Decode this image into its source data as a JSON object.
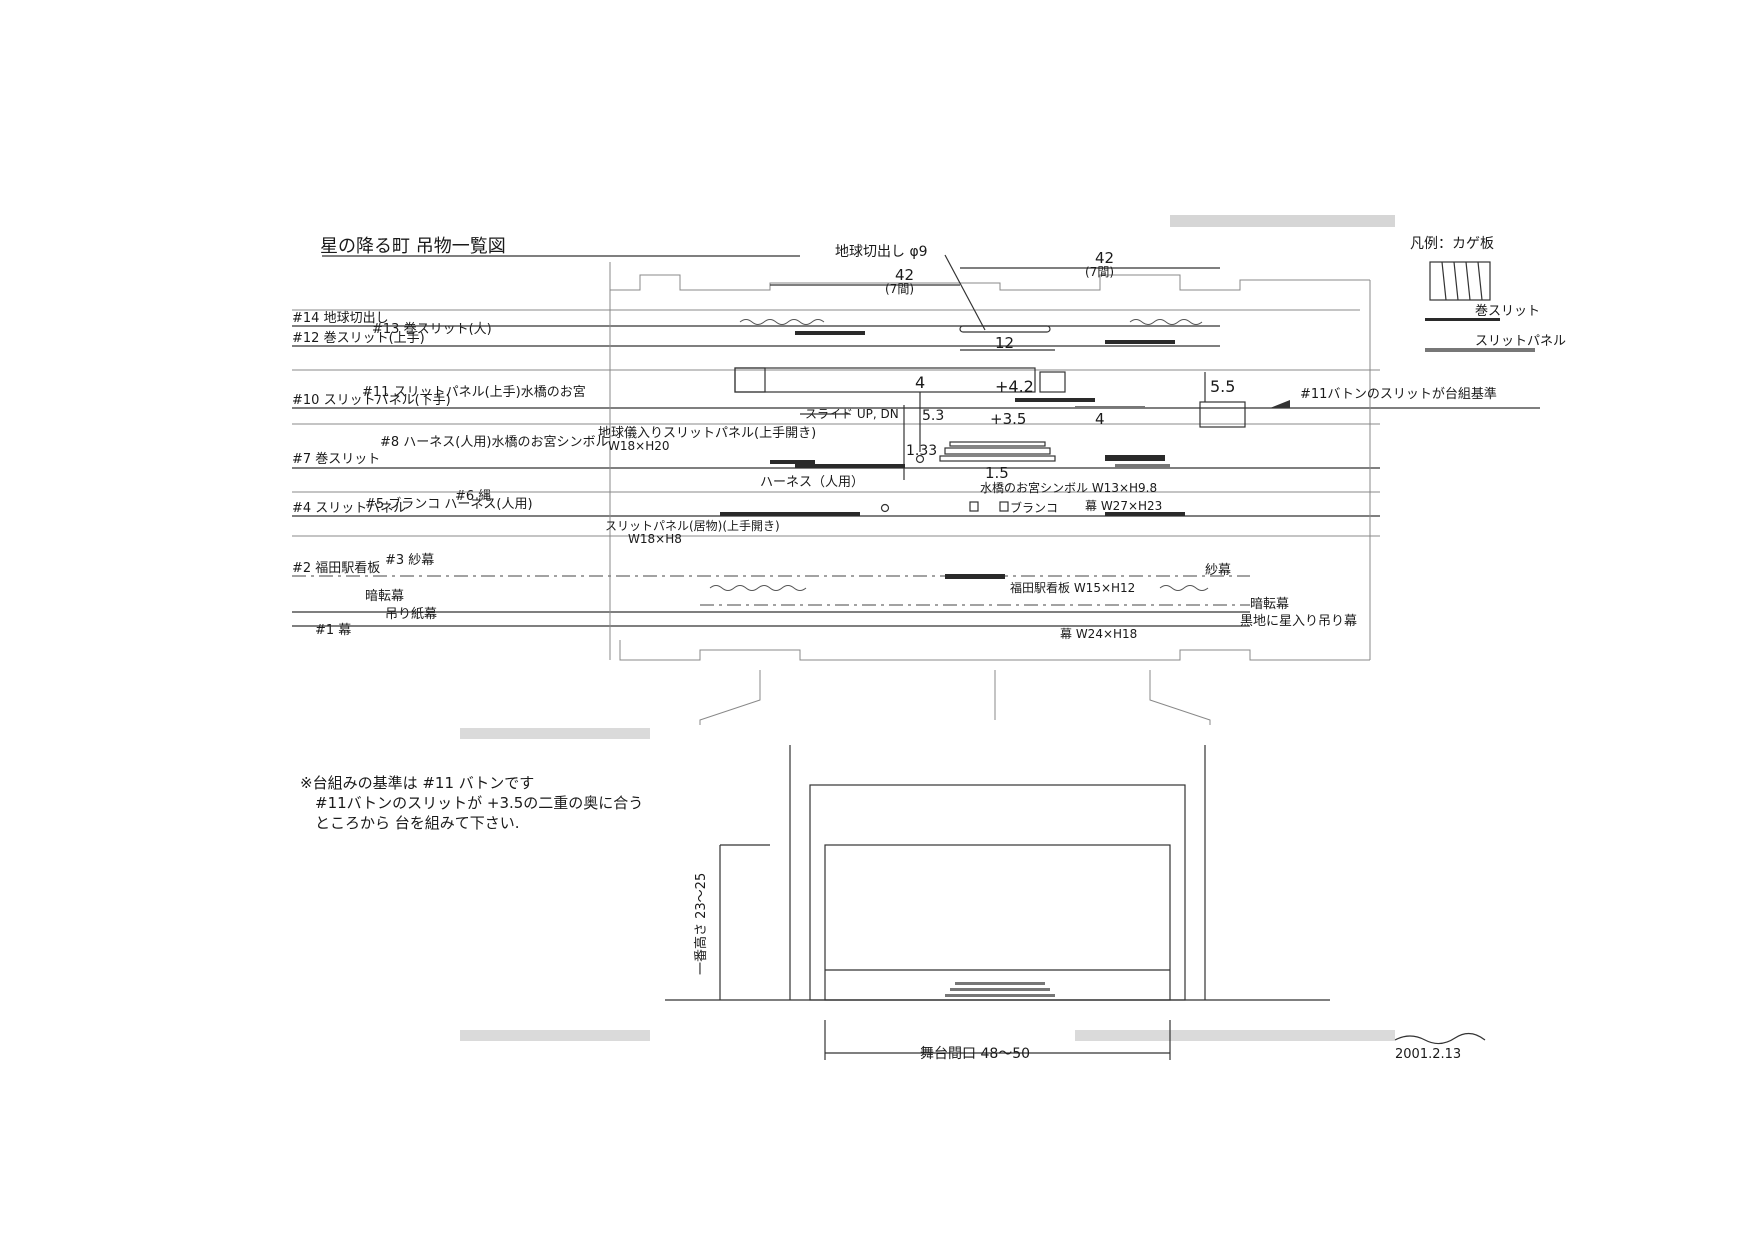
{
  "header": {
    "title": "星の降る町 吊物一覧図",
    "legend_title": "凡例：カゲ板",
    "legend_slit": "巻スリット",
    "legend_slit_panel": "スリットパネル"
  },
  "dimensions": {
    "globe_cut": "地球切出し φ9",
    "d42_left": "42",
    "d42_left_sub": "(7間)",
    "d42_right": "42",
    "d42_right_sub": "(7間)",
    "d12": "12",
    "d4_left": "4",
    "d42_mid": "+4.2",
    "d55": "5.5",
    "d53": "5.3",
    "d133": "1.33",
    "d4_right": "4",
    "d35": "+3.5",
    "d15": "1.5"
  },
  "annotations": {
    "basis_right": "#11バトンのスリットが台組基準",
    "slide_up_dn": "スライド UP, DN",
    "slit_panel_large": "地球儀入りスリットパネル(上手開き)",
    "slit_panel_large_size": "W18×H20",
    "harness_person": "ハーネス（人用）",
    "mizuhara_symbol": "水橋のお宮シンボル W13×H9.8",
    "curtain_w27": "幕 W27×H23",
    "slit_panel_center": "スリットパネル(居物)(上手開き)",
    "slit_panel_center_size": "W18×H8",
    "swing": "ブランコ",
    "fukuda_sign": "福田駅看板 W15×H12",
    "gauze_right": "紗幕",
    "curtain_w24": "幕 W24×H18",
    "right_kuruma": "暗転幕",
    "right_backdrop": "黒地に星入り吊り幕"
  },
  "battens": [
    {
      "id": "b14",
      "label": "#14 地球切出し"
    },
    {
      "id": "b13",
      "label": "#13 巻スリット(大)"
    },
    {
      "id": "b12",
      "label": "#12 巻スリット(上手)"
    },
    {
      "id": "b11",
      "label": "#11 スリットパネル(上手)水橋のお宮"
    },
    {
      "id": "b10",
      "label": "#10 スリットパネル(下手)"
    },
    {
      "id": "b9",
      "label": "地球儀入りスリットパネル"
    },
    {
      "id": "b8",
      "label": "#8 ハーネス(人用)水橋のお宮シンボル"
    },
    {
      "id": "b7",
      "label": "#7 巻スリット"
    },
    {
      "id": "b6",
      "label": "#6 縄"
    },
    {
      "id": "b5",
      "label": "#5 ブランコ ハーネス(人用)"
    },
    {
      "id": "b4",
      "label": "#4 スリットパネル"
    },
    {
      "id": "b3",
      "label": "#3 紗幕"
    },
    {
      "id": "b2",
      "label": "#2 福田駅看板"
    },
    {
      "id": "b1a",
      "label": "暗転幕"
    },
    {
      "id": "b1b",
      "label": "吊り紙幕"
    },
    {
      "id": "b1",
      "label": "#1 幕"
    }
  ],
  "notes": {
    "line1": "※台組みの基準は #11 バトンです",
    "line2": "#11バトンのスリットが +3.5の二重の奥に合う",
    "line3": "ところから 台を組みて下さい."
  },
  "bottom": {
    "stage_height": "一番高さ 23〜25",
    "proscenium": "舞台間口 48〜50",
    "date": "2001.2.13"
  }
}
